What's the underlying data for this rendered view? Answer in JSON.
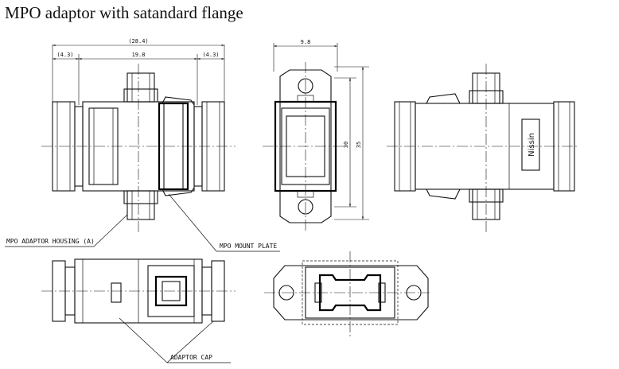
{
  "title": "MPO adaptor with satandard flange",
  "dimensions": {
    "overall": "(28.4)",
    "left_flange": "(4.3)",
    "middle": "19.8",
    "right_flange": "(4.3)",
    "front_width": "9.8",
    "height_inner": "30",
    "height_outer": "35"
  },
  "labels": {
    "housing": "MPO ADAPTOR HOUSING (A)",
    "mount_plate": "MPO MOUNT PLATE",
    "cap": "ADAPTOR CAP",
    "brand": "Nissin"
  }
}
